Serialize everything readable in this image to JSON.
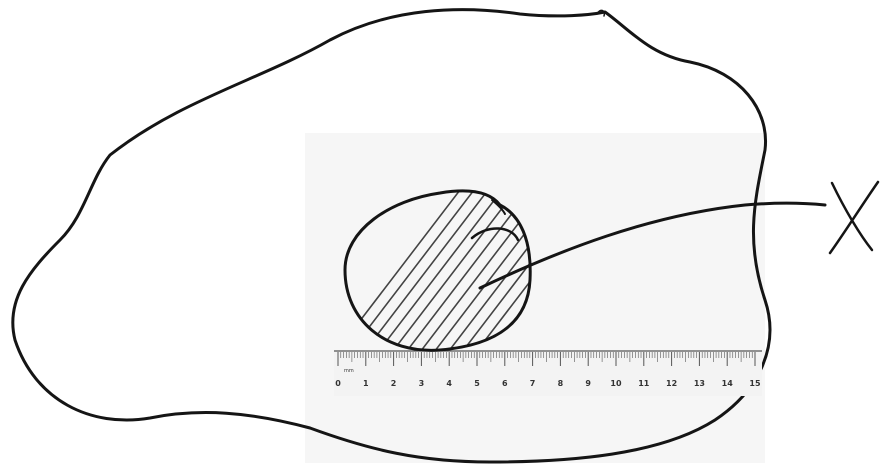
{
  "diagram": {
    "callout_label": "X",
    "ruler": {
      "unit": "mm",
      "ticks": [
        "0",
        "1",
        "2",
        "3",
        "4",
        "5",
        "6",
        "7",
        "8",
        "9",
        "10",
        "11",
        "12",
        "13",
        "14",
        "15"
      ]
    }
  },
  "colors": {
    "ink": "#151515",
    "ruler_tint": "#f3f3f3",
    "paper": "#ffffff"
  }
}
